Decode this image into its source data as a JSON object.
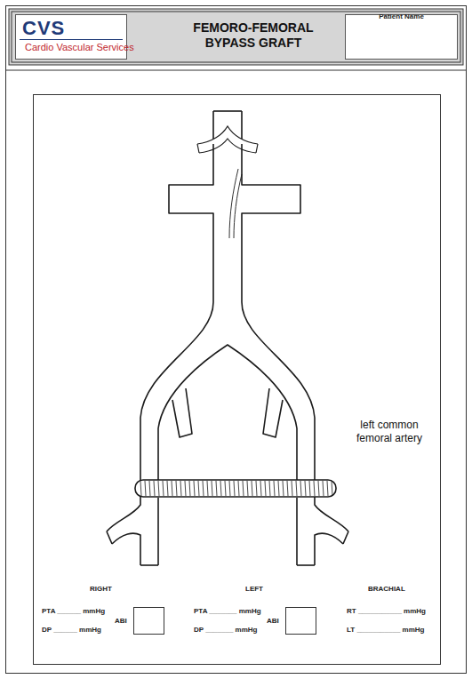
{
  "diagram": {
    "title": "FEMORO-FEMORAL BYPASS GRAFT",
    "nodes": [
      {
        "text": [
          "CVS",
          "Cardio Vascular Services"
        ]
      },
      {
        "text": [
          "Patient Name"
        ]
      }
    ],
    "labels": [
      "left common femoral artery",
      "RIGHT",
      "LEFT",
      "BRACHIAL",
      "PTA ______ mmHg",
      "DP ______ mmHg",
      "ABI",
      "PTA _______ mmHg",
      "DP _______ mmHg",
      "ABI",
      "RT ___________ mmHg",
      "LT ___________ mmHg"
    ]
  }
}
